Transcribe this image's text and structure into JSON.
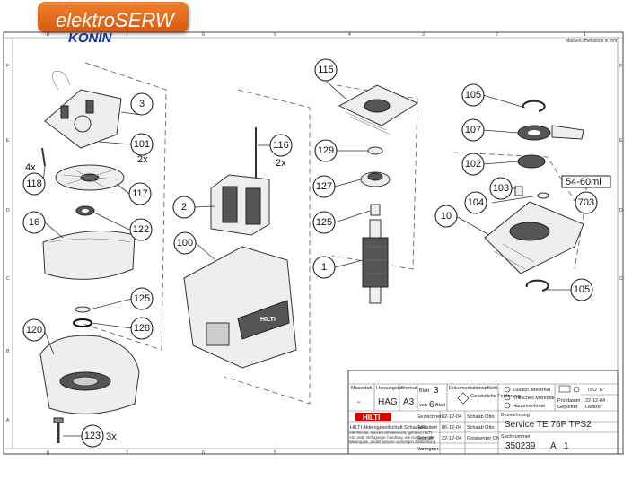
{
  "header": {
    "brand": "elektroSERW",
    "city": "KONIN"
  },
  "sheet": {
    "zone_numbers_top": [
      "8",
      "7",
      "6",
      "5",
      "4",
      "3",
      "2",
      "1"
    ],
    "zone_letters_side": [
      "F",
      "E",
      "D",
      "C",
      "B",
      "A"
    ],
    "corner_note": "Masse/Dimensions in mm"
  },
  "callouts": [
    {
      "num": "115"
    },
    {
      "num": "3"
    },
    {
      "num": "101"
    },
    {
      "num": "2x"
    },
    {
      "num": "116"
    },
    {
      "num": "2x"
    },
    {
      "num": "129"
    },
    {
      "num": "105"
    },
    {
      "num": "107"
    },
    {
      "num": "102"
    },
    {
      "num": "127"
    },
    {
      "num": "4x"
    },
    {
      "num": "118"
    },
    {
      "num": "117"
    },
    {
      "num": "103"
    },
    {
      "num": "54-60ml"
    },
    {
      "num": "2"
    },
    {
      "num": "104"
    },
    {
      "num": "10"
    },
    {
      "num": "703"
    },
    {
      "num": "16"
    },
    {
      "num": "122"
    },
    {
      "num": "125"
    },
    {
      "num": "100"
    },
    {
      "num": "1"
    },
    {
      "num": "125"
    },
    {
      "num": "105"
    },
    {
      "num": "128"
    },
    {
      "num": "120"
    },
    {
      "num": "123"
    },
    {
      "num": "3x"
    }
  ],
  "title_block": {
    "massstab_label": "Massstab",
    "massstab_val": "-",
    "herausgeber_label": "Herausgeber",
    "herausgeber_val": "HAG",
    "format_label": "Format",
    "format_val": "A3",
    "blatt_label": "Blatt",
    "blatt_val": "3",
    "von_label": "von",
    "von_val": "6",
    "blatt2_label": "Blatt",
    "doc_label": "Dokumentationspflicht",
    "gesetz_label": "Gesetzliche Forderung",
    "zusatz": "Zusätzl. Merkmal",
    "kritisch": "Kritisches Merkmal",
    "haupt": "Hauptmerkmal",
    "iso": "ISO \"E\"",
    "pruefdatum_label": "Prüfdatum",
    "pruefdatum_val": "22-12-04",
    "geplottet_label": "Geplottet",
    "geplottet_val": "Lieferer",
    "gezeichnet": "Gezeichnet",
    "geaendert": "Geändert",
    "geprueft": "Geprüft",
    "normgepr": "Normgepr.",
    "date1": "02-12-04",
    "name1": "Schaab Otto",
    "date2": "06-12-04",
    "name2": "Schaab Otto",
    "date3": "22-12-04",
    "name3": "Geisberger Ch",
    "brand": "HILTI",
    "company": "HILTI Aktiengesellschaft Schaan/FL",
    "legal": "Alle Rechte, speziell Urheberrecht, gehören HILTI AG. Jede Verfügungs- handlung, wie Kopieren oder Weitergabe, bedarf unserer vorherigen Zustimmung",
    "bez_label": "Bezeichnung",
    "bez_val": "Service TE 76P TPS2",
    "sach_label": "Sachnummer",
    "sach_val": "350239",
    "rev_a": "A",
    "rev_1": "1"
  }
}
